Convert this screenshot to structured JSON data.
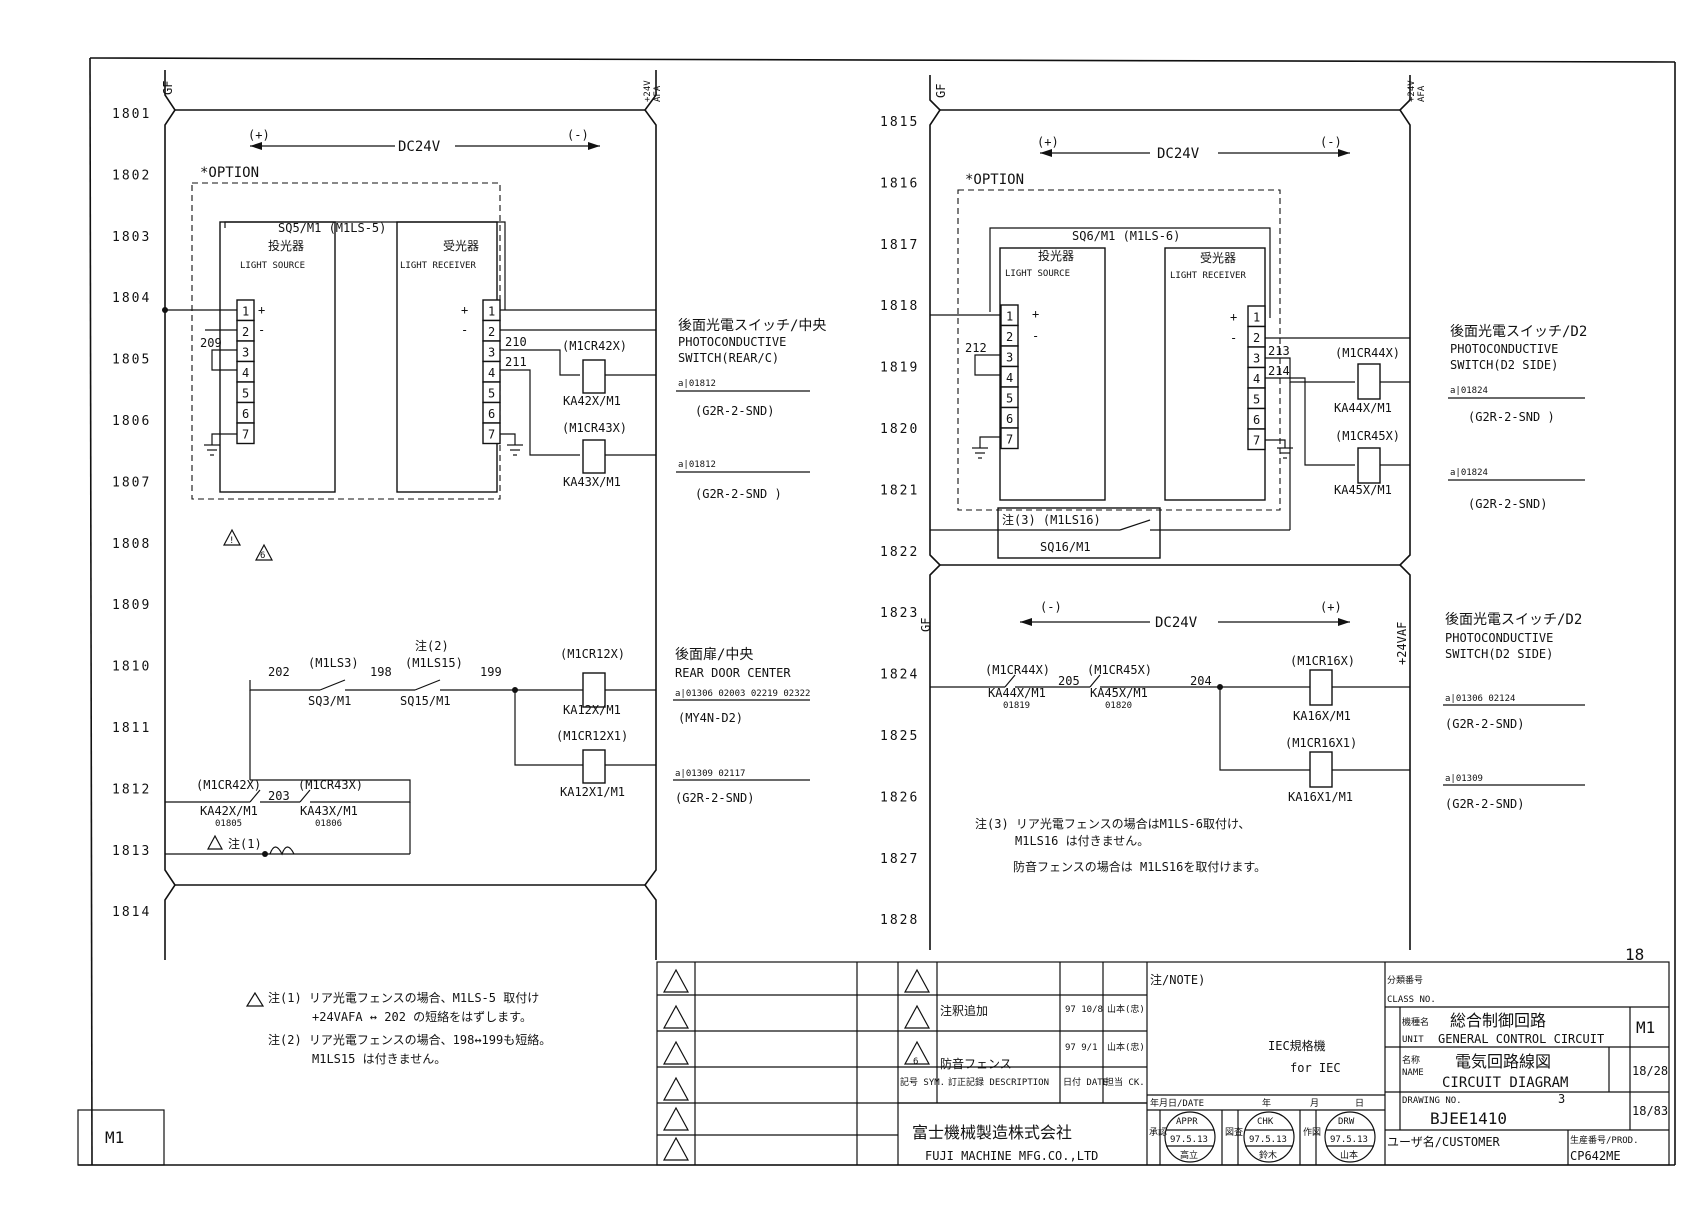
{
  "line_numbers_left": [
    "1801",
    "1802",
    "1803",
    "1804",
    "1805",
    "1806",
    "1807",
    "1808",
    "1809",
    "1810",
    "1811",
    "1812",
    "1813",
    "1814"
  ],
  "line_numbers_right": [
    "1815",
    "1816",
    "1817",
    "1818",
    "1819",
    "1820",
    "1821",
    "1822",
    "1823",
    "1824",
    "1825",
    "1826",
    "1827",
    "1828"
  ],
  "rails": {
    "gf": "GF",
    "plus24v": "+24V",
    "afa": "AFA",
    "plus24vaf": "+24VAF"
  },
  "left": {
    "plus": "(+)",
    "minus": "(-)",
    "dc24v": "DC24V",
    "option": "*OPTION",
    "sensor_title": "SQ5/M1 (M1LS-5)",
    "source_jp": "投光器",
    "source_en": "LIGHT SOURCE",
    "receiver_jp": "受光器",
    "receiver_en": "LIGHT RECEIVER",
    "wire_209": "209",
    "wire_210": "210",
    "wire_211": "211",
    "relay1_name": "(M1CR42X)",
    "relay1_coil": "KA42X/M1",
    "relay2_name": "(M1CR43X)",
    "relay2_coil": "KA43X/M1",
    "desc_jp": "後面光電スイッチ/中央",
    "desc_en1": "PHOTOCONDUCTIVE",
    "desc_en2": "SWITCH(REAR/C)",
    "ref1": "a|01812",
    "part1": "(G2R-2-SND)",
    "ref2": "a|01812",
    "part2": "(G2R-2-SND )",
    "note_ref": "注(2)",
    "sw1_name": "(M1LS3)",
    "sw1_tag": "SQ3/M1",
    "sw2_name": "(M1LS15)",
    "sw2_tag": "SQ15/M1",
    "wire_202": "202",
    "wire_198": "198",
    "wire_199": "199",
    "wire_203": "203",
    "relay3_name": "(M1CR12X)",
    "relay3_coil": "KA12X/M1",
    "relay4_name": "(M1CR12X1)",
    "relay4_coil": "KA12X1/M1",
    "desc2_jp": "後面扉/中央",
    "desc2_en": "REAR DOOR CENTER",
    "ref3": "a|01306 02003 02219 02322",
    "part3": "(MY4N-D2)",
    "ref4": "a|01309 02117",
    "part4": "(G2R-2-SND)",
    "c1_name": "(M1CR42X)",
    "c1_tag": "KA42X/M1",
    "c1_ref": "01805",
    "c2_name": "(M1CR43X)",
    "c2_tag": "KA43X/M1",
    "c2_ref": "01806",
    "note1_mark": "注(1)"
  },
  "right": {
    "plus": "(+)",
    "minus": "(-)",
    "dc24v": "DC24V",
    "option": "*OPTION",
    "sensor_title": "SQ6/M1 (M1LS-6)",
    "source_jp": "投光器",
    "source_en": "LIGHT SOURCE",
    "receiver_jp": "受光器",
    "receiver_en": "LIGHT RECEIVER",
    "wire_212": "212",
    "wire_213": "213",
    "wire_214": "214",
    "relay1_name": "(M1CR44X)",
    "relay1_coil": "KA44X/M1",
    "relay2_name": "(M1CR45X)",
    "relay2_coil": "KA45X/M1",
    "desc_jp": "後面光電スイッチ/D2",
    "desc_en1": "PHOTOCONDUCTIVE",
    "desc_en2": "SWITCH(D2 SIDE)",
    "ref1": "a|01824",
    "part1": "(G2R-2-SND )",
    "ref2": "a|01824",
    "part2": "(G2R-2-SND)",
    "note3_box": "注(3) (M1LS16)",
    "sq16": "SQ16/M1",
    "minus2": "(-)",
    "plus2": "(+)",
    "dc24v2": "DC24V",
    "c1_name": "(M1CR44X)",
    "c1_tag": "KA44X/M1",
    "c1_ref": "01819",
    "c2_name": "(M1CR45X)",
    "c2_tag": "KA45X/M1",
    "c2_ref": "01820",
    "wire_205": "205",
    "wire_204": "204",
    "relay3_name": "(M1CR16X)",
    "relay3_coil": "KA16X/M1",
    "relay4_name": "(M1CR16X1)",
    "relay4_coil": "KA16X1/M1",
    "desc2_jp": "後面光電スイッチ/D2",
    "desc2_en1": "PHOTOCONDUCTIVE",
    "desc2_en2": "SWITCH(D2 SIDE)",
    "ref3": "a|01306 02124",
    "part3": "(G2R-2-SND)",
    "ref4": "a|01309",
    "part4": "(G2R-2-SND)",
    "note3_line1": "注(3) リア光電フェンスの場合はM1LS-6取付け、",
    "note3_line2": "M1LS16 は付きません。",
    "note3_line3": "防音フェンスの場合は M1LS16を取付けます。",
    "page_mark": "18"
  },
  "notes": {
    "n1_line1": "注(1) リア光電フェンスの場合、M1LS-5 取付け",
    "n1_line2": "+24VAFA ↔ 202 の短絡をはずします。",
    "n2_line1": "注(2) リア光電フェンスの場合、198↔199も短絡。",
    "n2_line2": "M1LS15 は付きません。"
  },
  "title_block": {
    "sheet_id": "M1",
    "rev1_desc": "注釈追加",
    "rev1_date": "97 10/8",
    "rev1_ck": "山本(忠)",
    "rev2_sym": "6",
    "rev2_desc": "防音フェンス",
    "rev2_date": "97 9/1",
    "rev2_ck": "山本(忠)",
    "h_sym": "記号 SYM.",
    "h_desc": "訂正記録 DESCRIPTION",
    "h_date": "日付 DATE",
    "h_ck": "担当 CK.",
    "company_jp": "富士機械製造株式会社",
    "company_en": "FUJI MACHINE MFG.CO.,LTD",
    "note_label": "注/NOTE)",
    "iec_jp": "IEC規格機",
    "iec_en": "for IEC",
    "date_label": "年月日/DATE",
    "year": "年",
    "month": "月",
    "day": "日",
    "appr_label": "承認",
    "chk_label": "図査",
    "drw_label": "作図",
    "stamp1_top": "APPR",
    "stamp1_date": "97.5.13",
    "stamp1_name": "高立",
    "stamp2_top": "CHK",
    "stamp2_date": "97.5.13",
    "stamp2_name": "鈴木",
    "stamp3_top": "DRW",
    "stamp3_date": "97.5.13",
    "stamp3_name": "山本",
    "class_jp": "分類番号",
    "class_en": "CLASS NO.",
    "unit_jp": "機種名",
    "unit_title_jp": "総合制御回路",
    "unit_en": "UNIT",
    "unit_title_en": "GENERAL CONTROL CIRCUIT",
    "unit_code": "M1",
    "name_jp": "名称",
    "name_en": "NAME",
    "name_title_jp": "電気回路線図",
    "name_title_en": "CIRCUIT DIAGRAM",
    "sheet_no": "18/28",
    "dwg_label": "DRAWING NO.",
    "dwg_rev": "3",
    "dwg_no": "BJEE1410",
    "dwg_sheet": "18/83",
    "customer_label": "ユーザ名/CUSTOMER",
    "prod_label": "生産番号/PROD.",
    "prod_no": "CP642ME"
  }
}
